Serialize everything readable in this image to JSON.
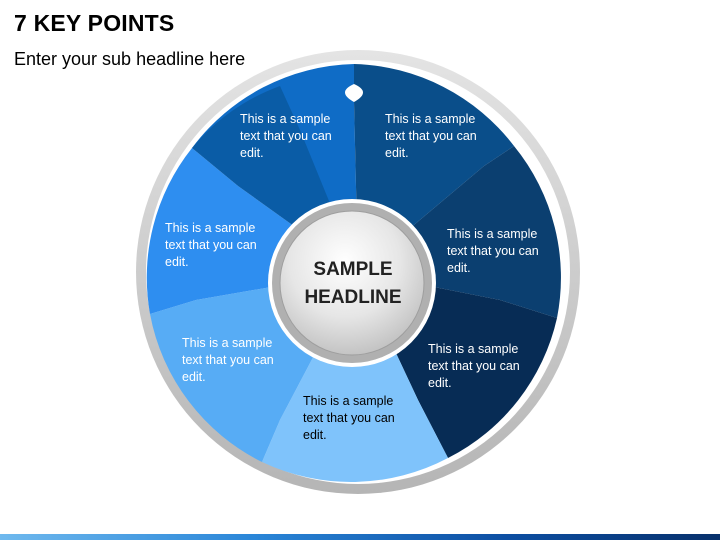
{
  "header": {
    "title": "7 KEY POINTS",
    "subtitle": "Enter your sub headline here"
  },
  "hub": {
    "label": "SAMPLE\nHEADLINE"
  },
  "segments": [
    {
      "text": "This is a sample\ntext that you can\nedit.",
      "color": "#0a5ca6"
    },
    {
      "text": "This is a sample\ntext that you can\nedit.",
      "color": "#0a4e8a"
    },
    {
      "text": "This is a sample\ntext that you can\nedit.",
      "color": "#0b3f70"
    },
    {
      "text": "This is a sample\ntext that you can\nedit.",
      "color": "#072c55"
    },
    {
      "text": "This is a sample\ntext that you can\nedit.",
      "color": "#7fc3fb"
    },
    {
      "text": "This is a sample\ntext that you can\nedit.",
      "color": "#57acf5"
    },
    {
      "text": "This is a sample\ntext that you can\nedit.",
      "color": "#2e8ef0"
    },
    {
      "text": "",
      "color": "#0f6cc6"
    }
  ],
  "colors": {
    "ring": "#c9c9c9",
    "hub_border": "#a9a9a9",
    "hub_fill": "#d8d8d8"
  }
}
